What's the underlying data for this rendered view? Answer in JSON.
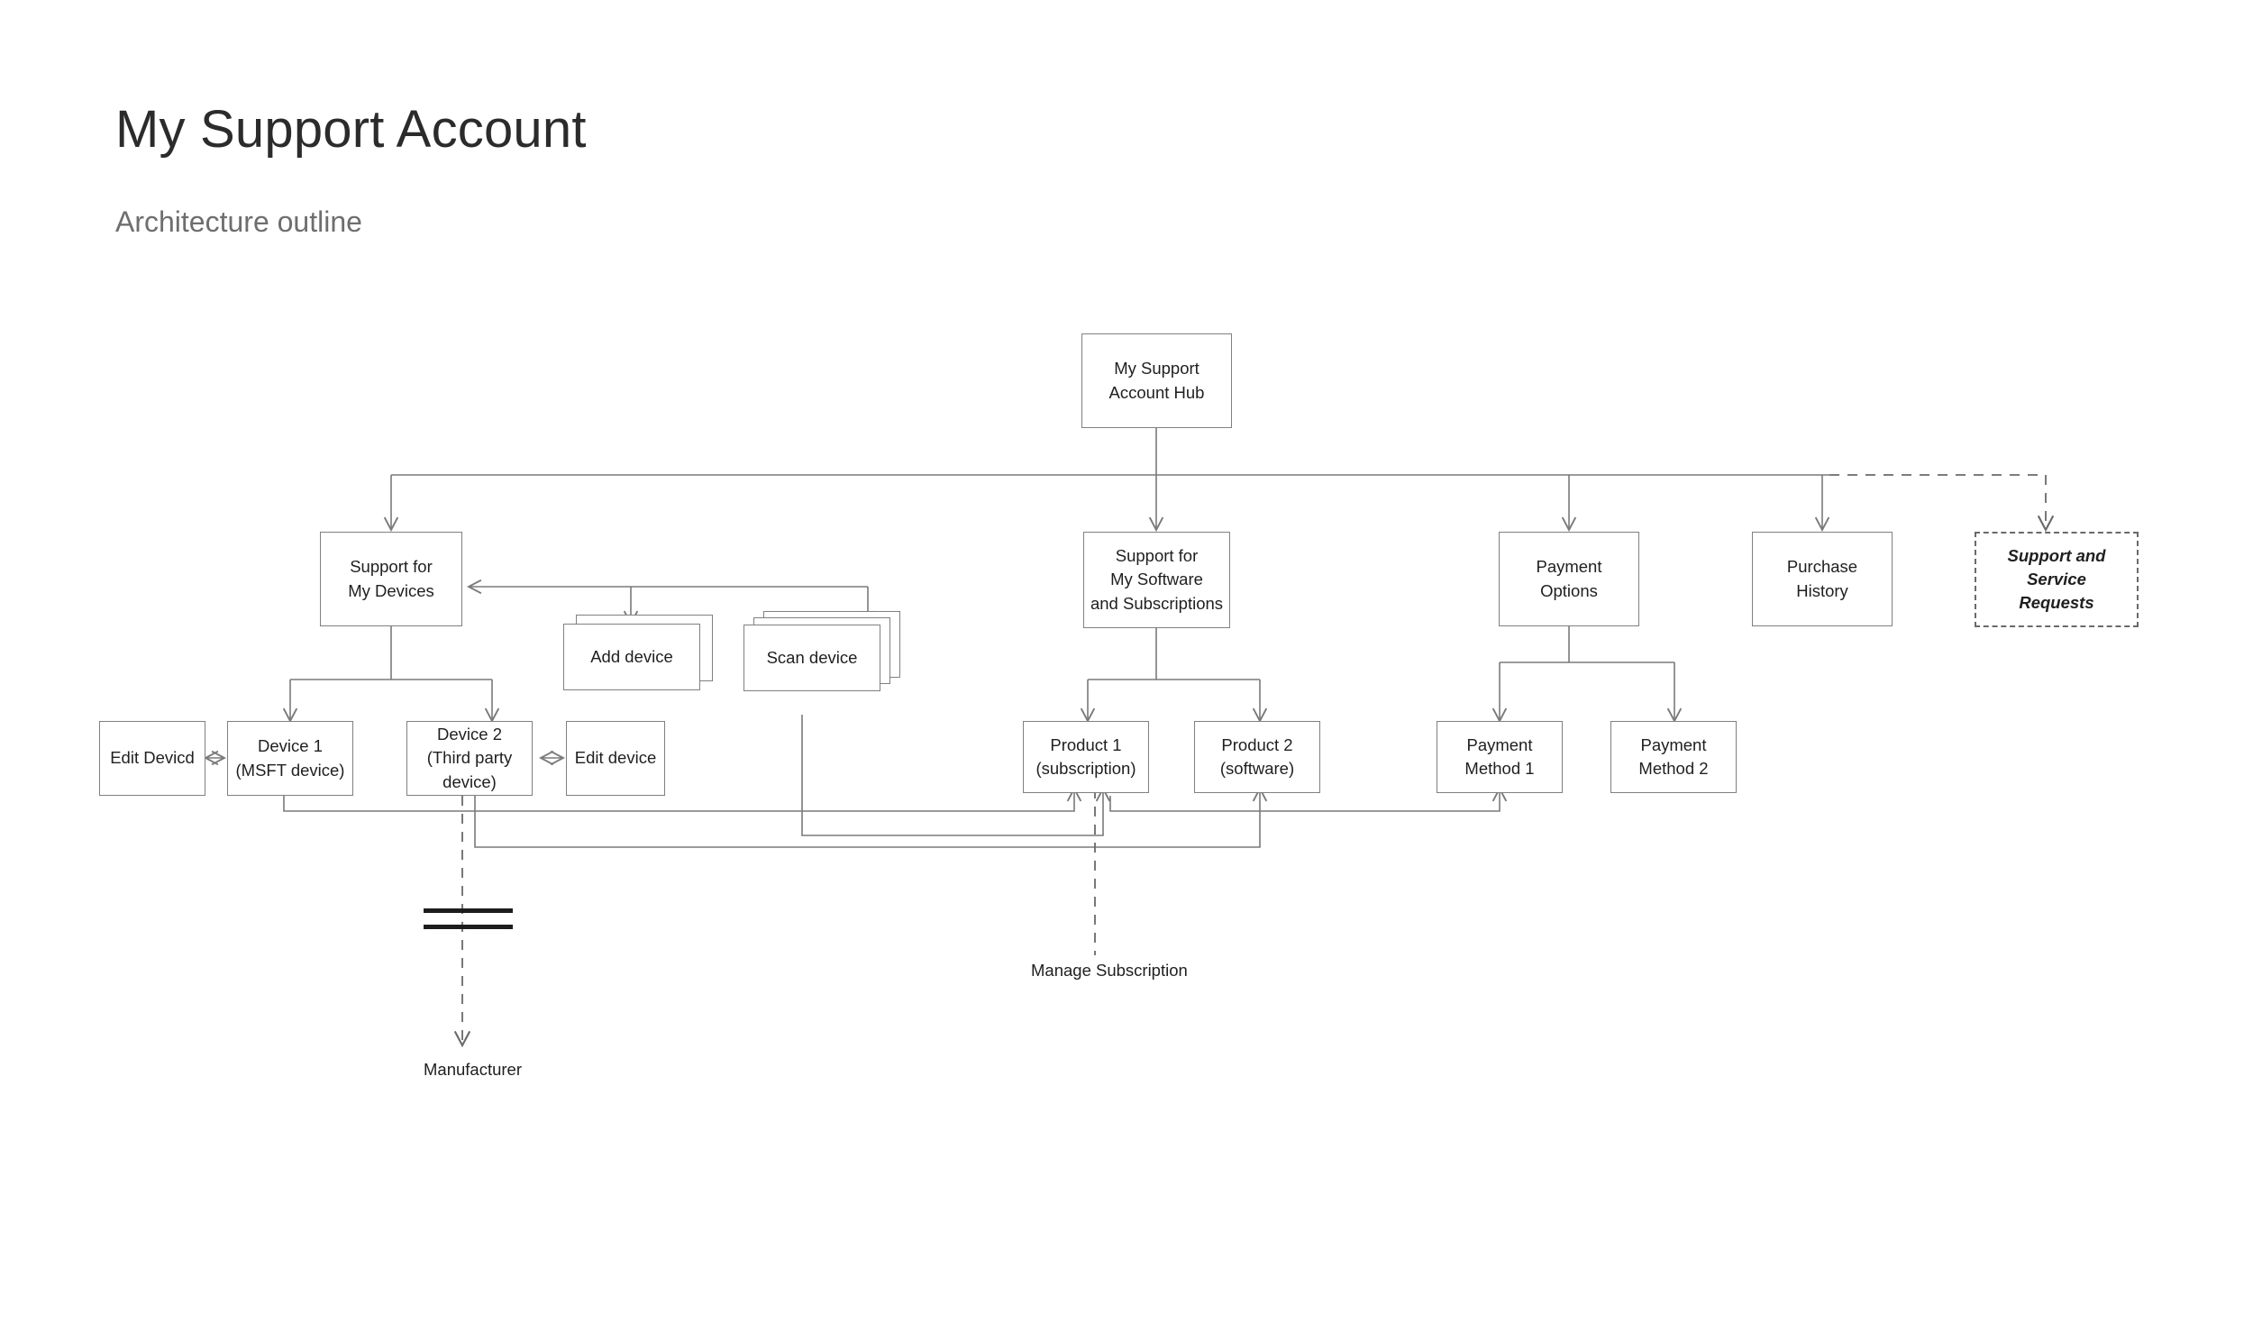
{
  "header": {
    "title": "My Support Account",
    "subtitle": "Architecture outline"
  },
  "colors": {
    "background": "#ffffff",
    "node_border": "#808080",
    "node_fill": "#ffffff",
    "connector": "#7a7a7a",
    "title_text": "#2b2b2b",
    "subtitle_text": "#6e6e6e",
    "body_text": "#1f1f1f",
    "dashed_border": "#6a6a6a",
    "break_bar": "#1d1d1d"
  },
  "diagram": {
    "type": "architecture-outline",
    "nodes": {
      "hub": {
        "label": "My Support\nAccount Hub",
        "style": "solid"
      },
      "support_devices": {
        "label": "Support for\nMy Devices",
        "style": "solid"
      },
      "support_software": {
        "label": "Support for\nMy Software\nand Subscriptions",
        "style": "solid"
      },
      "payment_options": {
        "label": "Payment\nOptions",
        "style": "solid"
      },
      "purchase_history": {
        "label": "Purchase\nHistory",
        "style": "solid"
      },
      "support_service_requests": {
        "label": "Support and Service\nRequests",
        "style": "dashed"
      },
      "add_device": {
        "label": "Add device",
        "style": "stack",
        "sheets": 2
      },
      "scan_device": {
        "label": "Scan device",
        "style": "stack",
        "sheets": 3
      },
      "edit_devicd": {
        "label": "Edit Devicd",
        "style": "solid"
      },
      "device_1": {
        "label": "Device 1\n(MSFT device)",
        "style": "solid"
      },
      "device_2": {
        "label": "Device 2\n(Third party device)",
        "style": "solid"
      },
      "edit_device": {
        "label": "Edit device",
        "style": "solid"
      },
      "product_1": {
        "label": "Product 1\n(subscription)",
        "style": "solid"
      },
      "product_2": {
        "label": "Product 2\n(software)",
        "style": "solid"
      },
      "payment_method_1": {
        "label": "Payment\nMethod 1",
        "style": "solid"
      },
      "payment_method_2": {
        "label": "Payment\nMethod 2",
        "style": "solid"
      }
    },
    "annotations": {
      "manufacturer": "Manufacturer",
      "manage_subscription": "Manage Subscription"
    },
    "edges": [
      {
        "from": "hub",
        "to": "support_devices",
        "style": "solid",
        "arrow": "end"
      },
      {
        "from": "hub",
        "to": "support_software",
        "style": "solid",
        "arrow": "end"
      },
      {
        "from": "hub",
        "to": "payment_options",
        "style": "solid",
        "arrow": "end"
      },
      {
        "from": "hub",
        "to": "purchase_history",
        "style": "solid",
        "arrow": "end"
      },
      {
        "from": "hub",
        "to": "support_service_requests",
        "style": "dashed",
        "arrow": "end"
      },
      {
        "from": "add_device",
        "to": "support_devices",
        "style": "solid",
        "arrow": "end"
      },
      {
        "from": "scan_device",
        "to": "support_devices",
        "style": "solid",
        "arrow": "end"
      },
      {
        "from": "support_devices",
        "to": "device_1",
        "style": "solid",
        "arrow": "end"
      },
      {
        "from": "support_devices",
        "to": "device_2",
        "style": "solid",
        "arrow": "end"
      },
      {
        "from": "edit_devicd",
        "to": "device_1",
        "style": "solid",
        "arrow": "both"
      },
      {
        "from": "device_2",
        "to": "edit_device",
        "style": "solid",
        "arrow": "both"
      },
      {
        "from": "support_software",
        "to": "product_1",
        "style": "solid",
        "arrow": "end"
      },
      {
        "from": "support_software",
        "to": "product_2",
        "style": "solid",
        "arrow": "end"
      },
      {
        "from": "payment_options",
        "to": "payment_method_1",
        "style": "solid",
        "arrow": "end"
      },
      {
        "from": "payment_options",
        "to": "payment_method_2",
        "style": "solid",
        "arrow": "end"
      },
      {
        "from": "device_1",
        "to": "product_1",
        "style": "solid",
        "arrow": "end"
      },
      {
        "from": "device_2",
        "to": "product_2",
        "style": "solid",
        "arrow": "end"
      },
      {
        "from": "scan_device",
        "to": "product_1",
        "style": "solid",
        "arrow": "end"
      },
      {
        "from": "product_1",
        "to": "payment_method_1",
        "style": "solid",
        "arrow": "end"
      },
      {
        "from": "device_2",
        "to": "manufacturer",
        "style": "dashed",
        "arrow": "end",
        "break_symbol": true
      },
      {
        "from": "product_1",
        "to": "manage_subscription",
        "style": "dashed",
        "arrow": "none"
      }
    ]
  }
}
